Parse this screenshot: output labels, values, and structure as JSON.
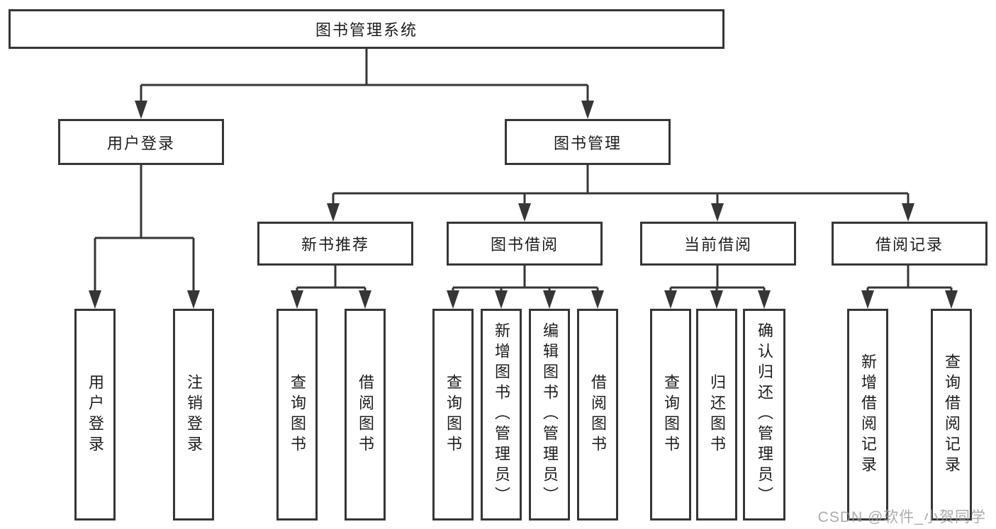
{
  "colors": {
    "line": "#363636",
    "node_border": "#363636",
    "node_text": "#1d1d1d",
    "background": "#ffffff",
    "watermark": "#989898"
  },
  "watermark": {
    "text": "CSDN @软件_小贺同学"
  },
  "diagram": {
    "type": "hierarchy-tree",
    "title": "图书管理系统",
    "branches": [
      {
        "label": "用户登录",
        "children": [
          {
            "label": "用户登录"
          },
          {
            "label": "注销登录"
          }
        ]
      },
      {
        "label": "图书管理",
        "children": [
          {
            "label": "新书推荐",
            "children": [
              {
                "label": "查询图书"
              },
              {
                "label": "借阅图书"
              }
            ]
          },
          {
            "label": "图书借阅",
            "children": [
              {
                "label": "查询图书"
              },
              {
                "label": "新增图书（管理员）"
              },
              {
                "label": "编辑图书（管理员）"
              },
              {
                "label": "借阅图书"
              }
            ]
          },
          {
            "label": "当前借阅",
            "children": [
              {
                "label": "查询图书"
              },
              {
                "label": "归还图书"
              },
              {
                "label": "确认归还（管理员）"
              }
            ]
          },
          {
            "label": "借阅记录",
            "children": [
              {
                "label": "新增借阅记录"
              },
              {
                "label": "查询借阅记录"
              }
            ]
          }
        ]
      }
    ]
  }
}
